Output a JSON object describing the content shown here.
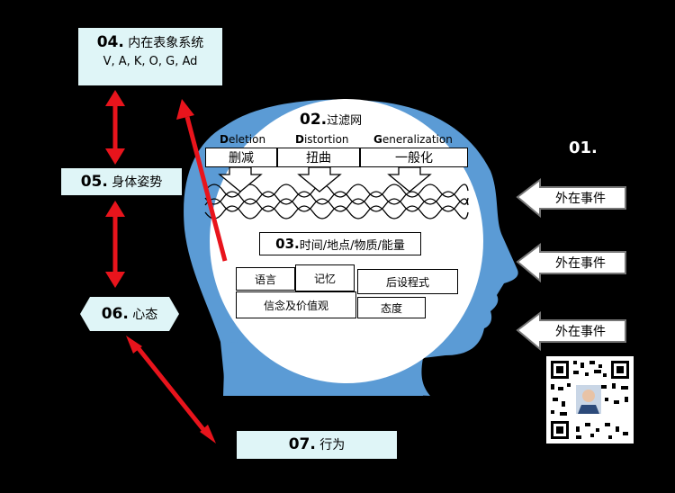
{
  "title01": "01.",
  "box04": {
    "num": "04.",
    "title": "内在表象系统",
    "sub": "V, A, K, O, G, Ad"
  },
  "box05": {
    "num": "05.",
    "title": "身体姿势"
  },
  "box06": {
    "num": "06.",
    "title": "心态"
  },
  "box07": {
    "num": "07.",
    "title": "行为"
  },
  "filter": {
    "num": "02.",
    "title": "过滤网",
    "items": [
      {
        "initial": "D",
        "rest": "eletion",
        "cn": "删减"
      },
      {
        "initial": "D",
        "rest": "istortion",
        "cn": "扭曲"
      },
      {
        "initial": "G",
        "rest": "eneralization",
        "cn": "一般化"
      }
    ]
  },
  "box03": {
    "num": "03.",
    "title": "时间/地点/物质/能量"
  },
  "inner": {
    "language": "语言",
    "memory": "记忆",
    "assumptions": "后设程式",
    "beliefs": "信念及价值观",
    "attitude": "态度"
  },
  "events": [
    "外在事件",
    "外在事件",
    "外在事件"
  ],
  "colors": {
    "background": "#000000",
    "head": "#5b9bd5",
    "box": "#dff5f7",
    "arrow": "#e8141c"
  }
}
